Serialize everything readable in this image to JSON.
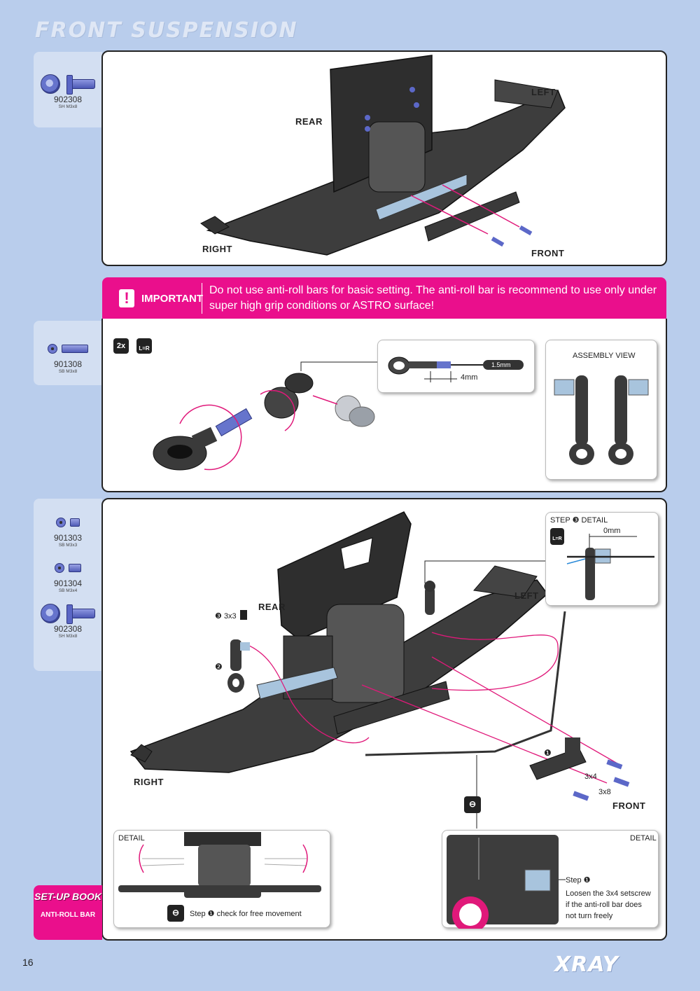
{
  "page": {
    "title": "FRONT SUSPENSION",
    "number": "16",
    "brand": "XRAY"
  },
  "parts_1": [
    {
      "code": "902308",
      "desc": "SH M3x8"
    }
  ],
  "parts_2": [
    {
      "code": "901308",
      "desc": "SB M3x8"
    }
  ],
  "parts_3": [
    {
      "code": "901303",
      "desc": "SB M3x3"
    },
    {
      "code": "901304",
      "desc": "SB M3x4"
    },
    {
      "code": "902308",
      "desc": "SH M3x8"
    }
  ],
  "step1": {
    "rear": "REAR",
    "left": "LEFT",
    "right": "RIGHT",
    "front": "FRONT"
  },
  "important": {
    "label": "IMPORTANT",
    "message": "Do not use anti-roll bars for basic setting. The anti-roll bar is recommend to use only under super high grip conditions or ASTRO surface!"
  },
  "step2": {
    "qty": "2x",
    "lr": "L=R",
    "dim_1": "1.5mm",
    "dim_2": "4mm",
    "assembly_view": "ASSEMBLY VIEW"
  },
  "step3": {
    "detail_title": "STEP ❸ DETAIL",
    "dim_0": "0mm",
    "rear": "REAR",
    "left": "LEFT",
    "right": "RIGHT",
    "front": "FRONT",
    "num3": "❸",
    "size3": "3x3",
    "num2": "❷",
    "num1": "❶",
    "size_3x4": "3x4",
    "size_3x8": "3x8",
    "detail_left": "DETAIL",
    "detail_left_caption": "Step ❶ check for free movement",
    "detail_right": "DETAIL",
    "detail_right_step": "Step ❶",
    "detail_right_text": "Loosen the 3x4 setscrew if the anti-roll bar does not turn freely"
  },
  "setup_book": {
    "title": "SET-UP BOOK",
    "subtitle": "ANTI-ROLL BAR"
  }
}
